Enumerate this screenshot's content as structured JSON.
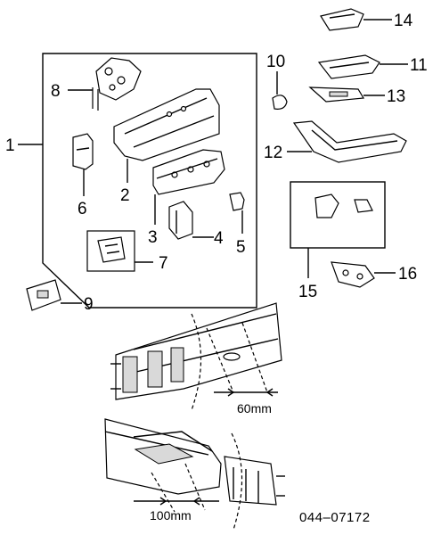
{
  "callouts": {
    "c1": "1",
    "c2": "2",
    "c3": "3",
    "c4": "4",
    "c5": "5",
    "c6": "6",
    "c7": "7",
    "c8": "8",
    "c9": "9",
    "c10": "10",
    "c11": "11",
    "c12": "12",
    "c13": "13",
    "c14": "14",
    "c15": "15",
    "c16": "16"
  },
  "dimensions": {
    "upper": "60mm",
    "lower": "100mm"
  },
  "diagram_code": "044–07172",
  "colors": {
    "ink": "#000000",
    "background": "#ffffff",
    "shade": "#d9d9d9"
  }
}
